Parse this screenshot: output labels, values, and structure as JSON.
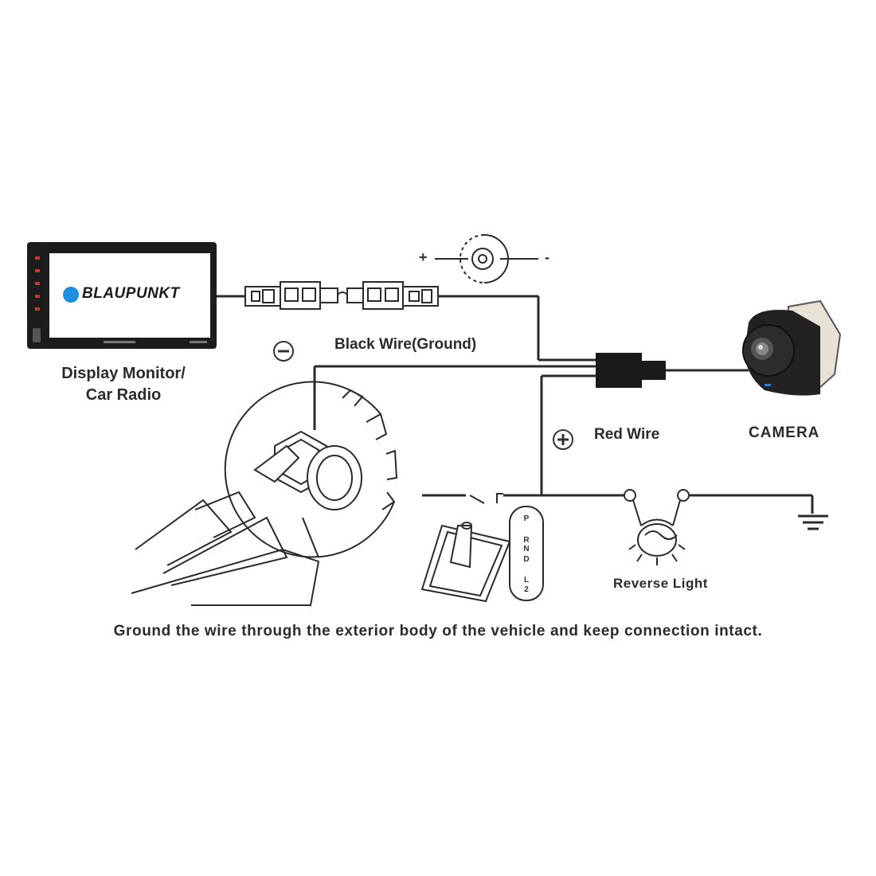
{
  "monitor": {
    "brand": "BLAUPUNKT",
    "label_line1": "Display Monitor/",
    "label_line2": "Car Radio"
  },
  "labels": {
    "black_wire": "Black Wire(Ground)",
    "red_wire": "Red Wire",
    "camera": "CAMERA",
    "reverse_light": "Reverse  Light",
    "caption": "Ground the wire through the exterior body of the vehicle and keep connection intact."
  },
  "symbols": {
    "plus": "+",
    "minus": "-"
  },
  "gear_positions": [
    "P",
    "R",
    "N",
    "D",
    "L",
    "2"
  ],
  "colors": {
    "brand_blue": "#1f8fe0",
    "wire": "#2a2a2a",
    "monitor_bezel": "#1c1c1c",
    "camera_body": "#222222"
  }
}
